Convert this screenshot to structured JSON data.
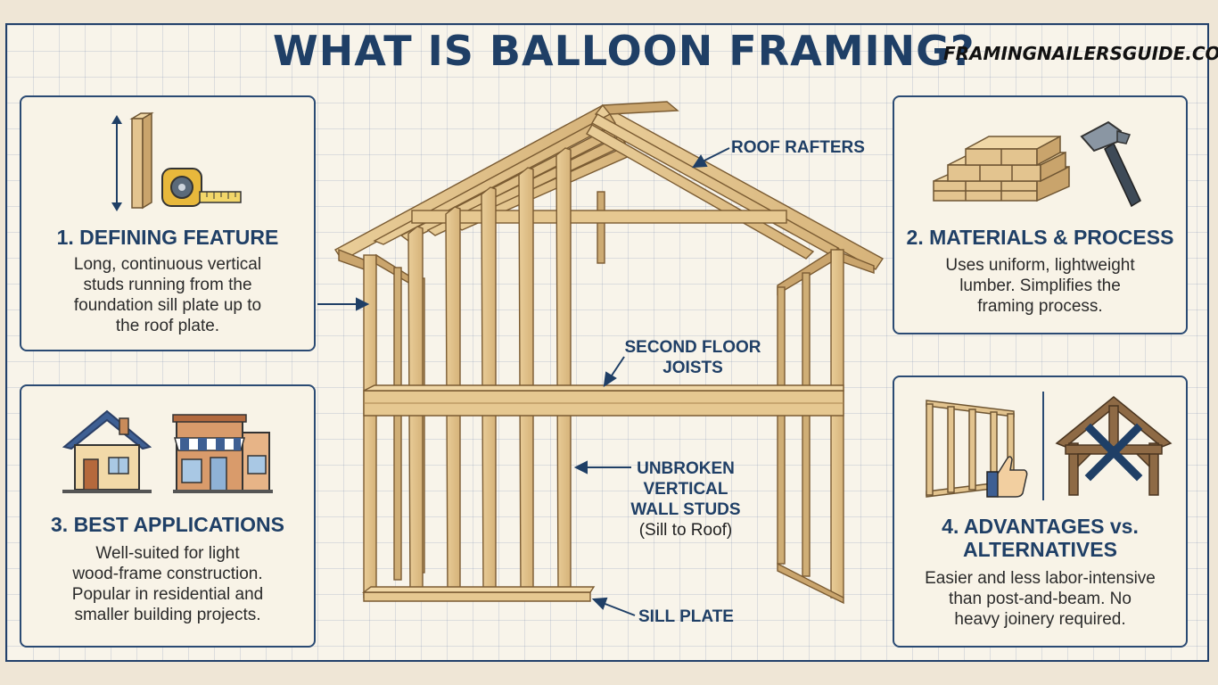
{
  "header": {
    "title": "WHAT IS BALLOON FRAMING?",
    "site": "FRAMINGNAILERSGUIDE.COM"
  },
  "cards": [
    {
      "title": "1. DEFINING FEATURE",
      "body": [
        "Long, continuous vertical",
        "studs running from the",
        "foundation sill plate up to",
        "the roof plate."
      ],
      "icons": [
        "vertical-arrow-icon",
        "stud-icon",
        "tape-measure-icon"
      ]
    },
    {
      "title": "2. MATERIALS & PROCESS",
      "body": [
        "Uses uniform, lightweight",
        "lumber. Simplifies the",
        "framing process."
      ],
      "icons": [
        "lumber-stack-icon",
        "hammer-icon"
      ]
    },
    {
      "title": "3. BEST APPLICATIONS",
      "body": [
        "Well-suited for light",
        "wood-frame construction.",
        "Popular in residential and",
        "smaller building projects."
      ],
      "icons": [
        "house-icon",
        "storefront-icon"
      ]
    },
    {
      "title_lines": [
        "4. ADVANTAGES vs.",
        "ALTERNATIVES"
      ],
      "body": [
        "Easier and less labor-intensive",
        "than post-and-beam. No",
        "heavy joinery required."
      ],
      "icons": [
        "wall-frame-icon",
        "thumbs-up-icon",
        "timber-truss-icon",
        "cross-out-icon"
      ]
    }
  ],
  "diagram_labels": {
    "roof_rafters": "ROOF RAFTERS",
    "second_floor_joists": [
      "SECOND FLOOR",
      "JOISTS"
    ],
    "wall_studs": [
      "UNBROKEN",
      "VERTICAL",
      "WALL STUDS"
    ],
    "wall_studs_note": "(Sill to Roof)",
    "sill_plate": "SILL PLATE"
  },
  "colors": {
    "navy": "#1f3f66",
    "wood": "#e3c48f",
    "wood_dark": "#a98450",
    "background": "#f8f4ea"
  }
}
